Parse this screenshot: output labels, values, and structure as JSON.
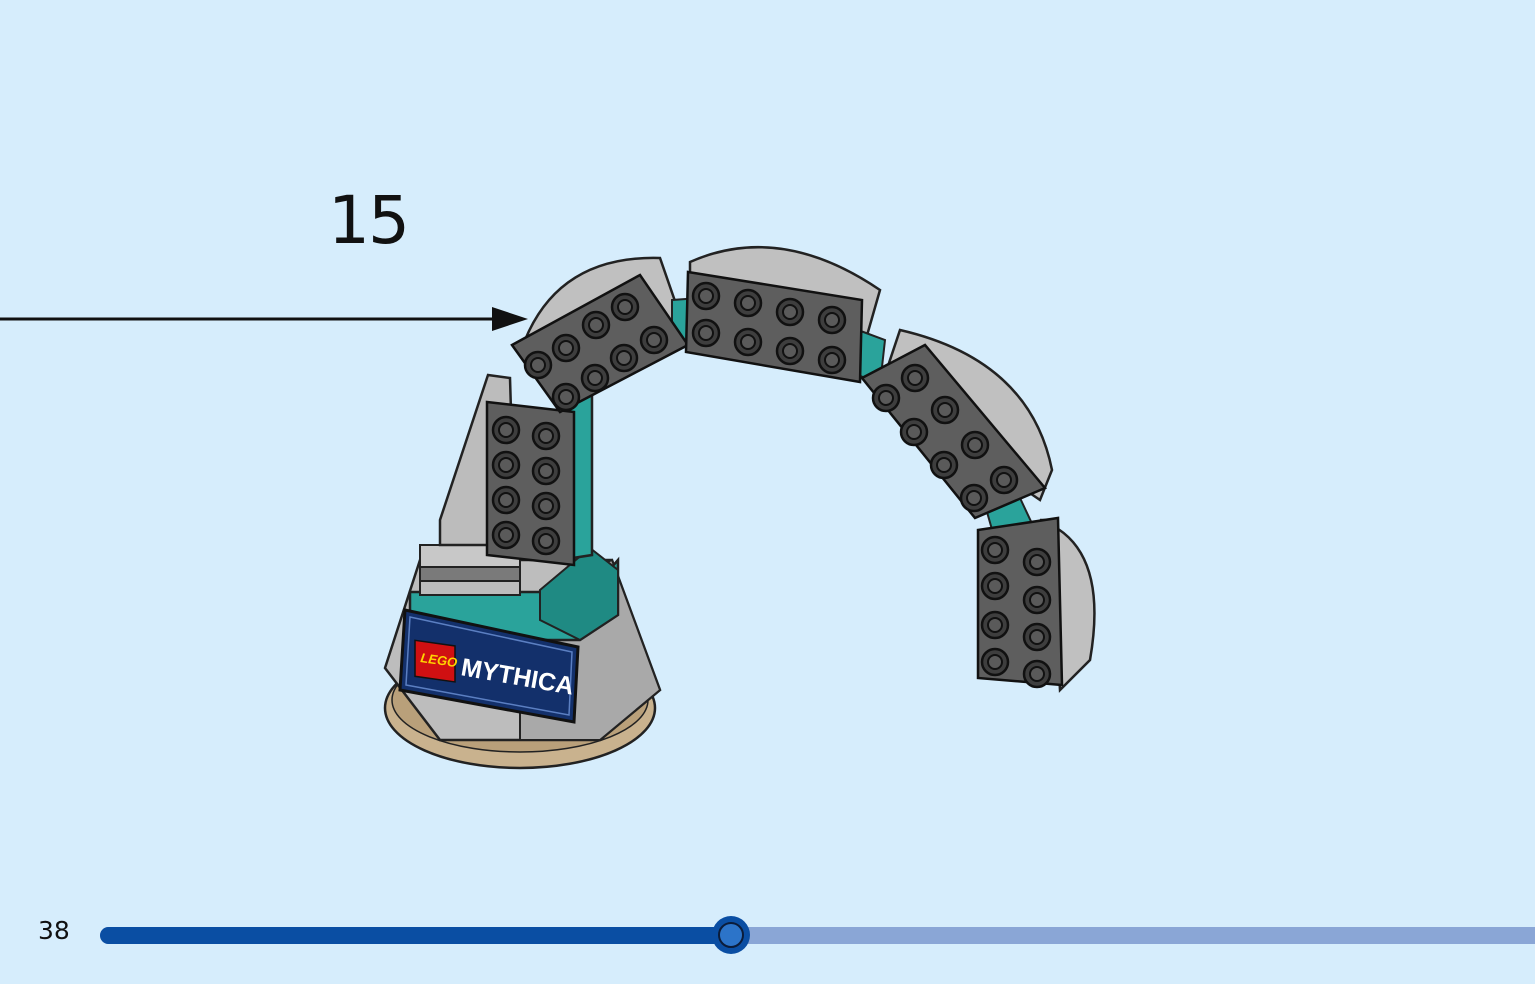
{
  "step": {
    "number": "15"
  },
  "page": {
    "number": "38",
    "progress_fraction": 0.44
  },
  "model": {
    "badge_brand": "LEGO",
    "badge_title": "MYTHICA"
  },
  "colors": {
    "background": "#d6edfc",
    "plate_dark_gray": "#5e5e5e",
    "stone_light_gray": "#b8b8b8",
    "teal": "#2aa39b",
    "tan": "#c9b28e",
    "badge_navy": "#13306b",
    "lego_red": "#d01012",
    "progress_fill": "#0a4ea3",
    "progress_track": "#8aa6d6"
  },
  "icons": {
    "pointer": "arrow-right-icon",
    "progress": "progress-knob-icon"
  }
}
